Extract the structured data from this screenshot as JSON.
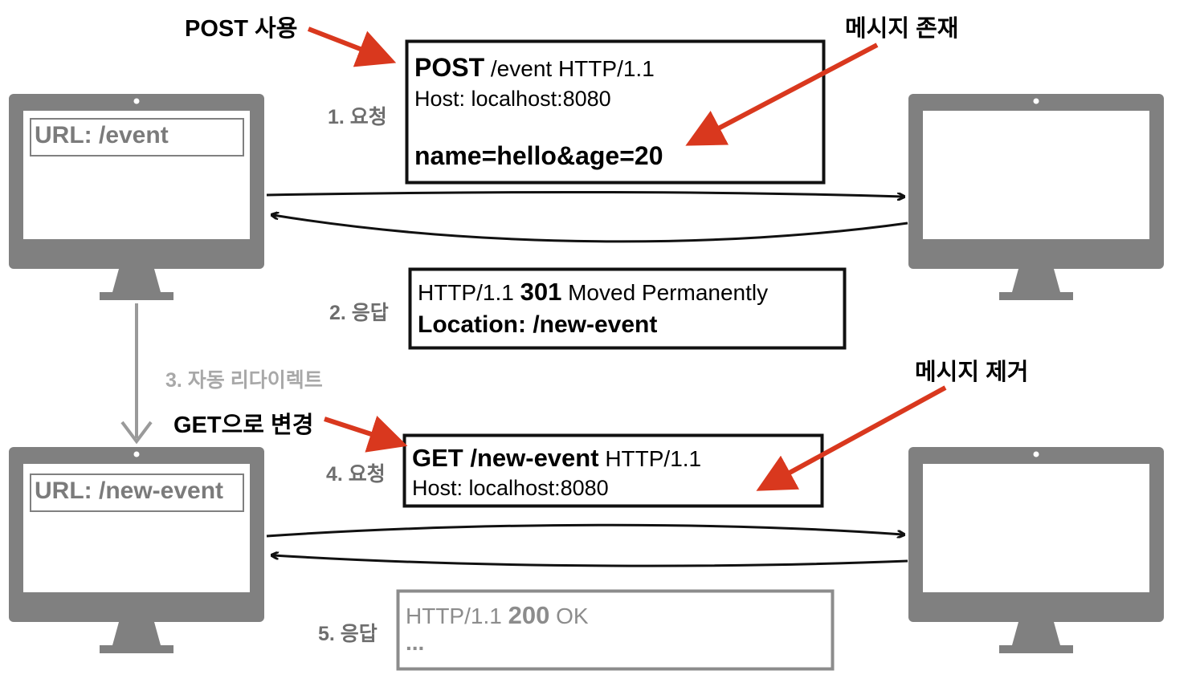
{
  "notes": {
    "post_use": "POST 사용",
    "message_exists": "메시지 존재",
    "message_removed": "메시지 제거",
    "get_change": "GET으로 변경"
  },
  "steps": {
    "s1": "1. 요청",
    "s2": "2. 응답",
    "s3": "3. 자동 리다이렉트",
    "s4": "4. 요청",
    "s5": "5. 응답"
  },
  "clients": {
    "top_url": "URL: /event",
    "bottom_url": "URL: /new-event"
  },
  "request1": {
    "method": "POST",
    "request_line_rest": " /event HTTP/1.1",
    "host": "Host: localhost:8080",
    "body": "name=hello&age=20"
  },
  "response2": {
    "version": "HTTP/1.1 ",
    "code": "301",
    "reason": " Moved Permanently",
    "location": "Location: /new-event"
  },
  "request4": {
    "method_path": "GET /new-event",
    "version": " HTTP/1.1",
    "host": "Host: localhost:8080"
  },
  "response5": {
    "version": "HTTP/1.1 ",
    "code": "200",
    "reason": " OK",
    "ellipsis": "..."
  },
  "colors": {
    "monitor": "#808080",
    "annotation_arrow": "#d9381e",
    "step_label": "#6e6e6e",
    "faded": "#8c8c8c"
  }
}
